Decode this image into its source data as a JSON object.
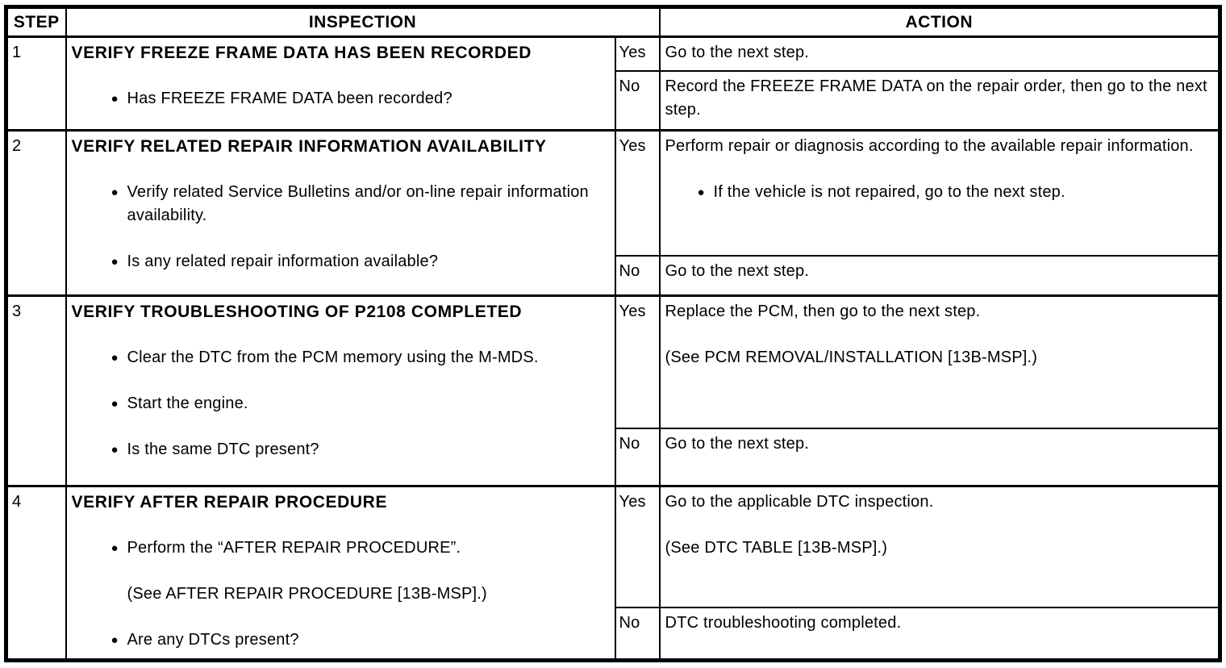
{
  "page": {
    "background": "#ffffff",
    "line_color": "#000000",
    "text_color": "#000000"
  },
  "table": {
    "bullet_icon": "●",
    "headers": {
      "step": "STEP",
      "inspection": "INSPECTION",
      "action": "ACTION"
    },
    "rows": [
      {
        "step": "1",
        "inspection": {
          "title": "VERIFY FREEZE FRAME DATA HAS BEEN RECORDED",
          "items": [
            {
              "type": "bullet",
              "text": "Has FREEZE FRAME DATA been recorded?"
            }
          ]
        },
        "branches": [
          {
            "label": "Yes",
            "paragraphs": [
              {
                "type": "text",
                "text": "Go to the next step."
              }
            ]
          },
          {
            "label": "No",
            "paragraphs": [
              {
                "type": "text",
                "text": "Record the FREEZE FRAME DATA on the repair order, then go to the next step."
              }
            ]
          }
        ]
      },
      {
        "step": "2",
        "inspection": {
          "title": "VERIFY RELATED REPAIR INFORMATION AVAILABILITY",
          "items": [
            {
              "type": "bullet",
              "text": "Verify related Service Bulletins and/or on-line repair information availability."
            },
            {
              "type": "bullet",
              "text": "Is any related repair information available?"
            }
          ]
        },
        "branches": [
          {
            "label": "Yes",
            "paragraphs": [
              {
                "type": "text",
                "text": "Perform repair or diagnosis according to the available repair information."
              },
              {
                "type": "bullet",
                "text": "If the vehicle is not repaired, go to the next step."
              }
            ]
          },
          {
            "label": "No",
            "paragraphs": [
              {
                "type": "text",
                "text": "Go to the next step."
              }
            ]
          }
        ]
      },
      {
        "step": "3",
        "inspection": {
          "title": "VERIFY TROUBLESHOOTING OF P2108 COMPLETED",
          "items": [
            {
              "type": "bullet",
              "text": "Clear the DTC from the PCM memory using the M-MDS."
            },
            {
              "type": "bullet",
              "text": "Start the engine."
            },
            {
              "type": "bullet",
              "text": "Is the same DTC present?"
            }
          ]
        },
        "branches": [
          {
            "label": "Yes",
            "paragraphs": [
              {
                "type": "text",
                "text": "Replace the PCM, then go to the next step."
              },
              {
                "type": "text",
                "text": "(See PCM REMOVAL/INSTALLATION [13B-MSP].)"
              }
            ]
          },
          {
            "label": "No",
            "paragraphs": [
              {
                "type": "text",
                "text": "Go to the next step."
              }
            ]
          }
        ]
      },
      {
        "step": "4",
        "inspection": {
          "title": "VERIFY AFTER REPAIR PROCEDURE",
          "items": [
            {
              "type": "bullet",
              "text": "Perform the “AFTER REPAIR PROCEDURE”."
            },
            {
              "type": "indent",
              "text": "(See AFTER REPAIR PROCEDURE [13B-MSP].)"
            },
            {
              "type": "bullet",
              "text": "Are any DTCs present?"
            }
          ]
        },
        "branches": [
          {
            "label": "Yes",
            "paragraphs": [
              {
                "type": "text",
                "text": "Go to the applicable DTC inspection."
              },
              {
                "type": "text",
                "text": "(See DTC TABLE [13B-MSP].)"
              }
            ]
          },
          {
            "label": "No",
            "paragraphs": [
              {
                "type": "text",
                "text": "DTC troubleshooting completed."
              }
            ]
          }
        ]
      }
    ]
  }
}
